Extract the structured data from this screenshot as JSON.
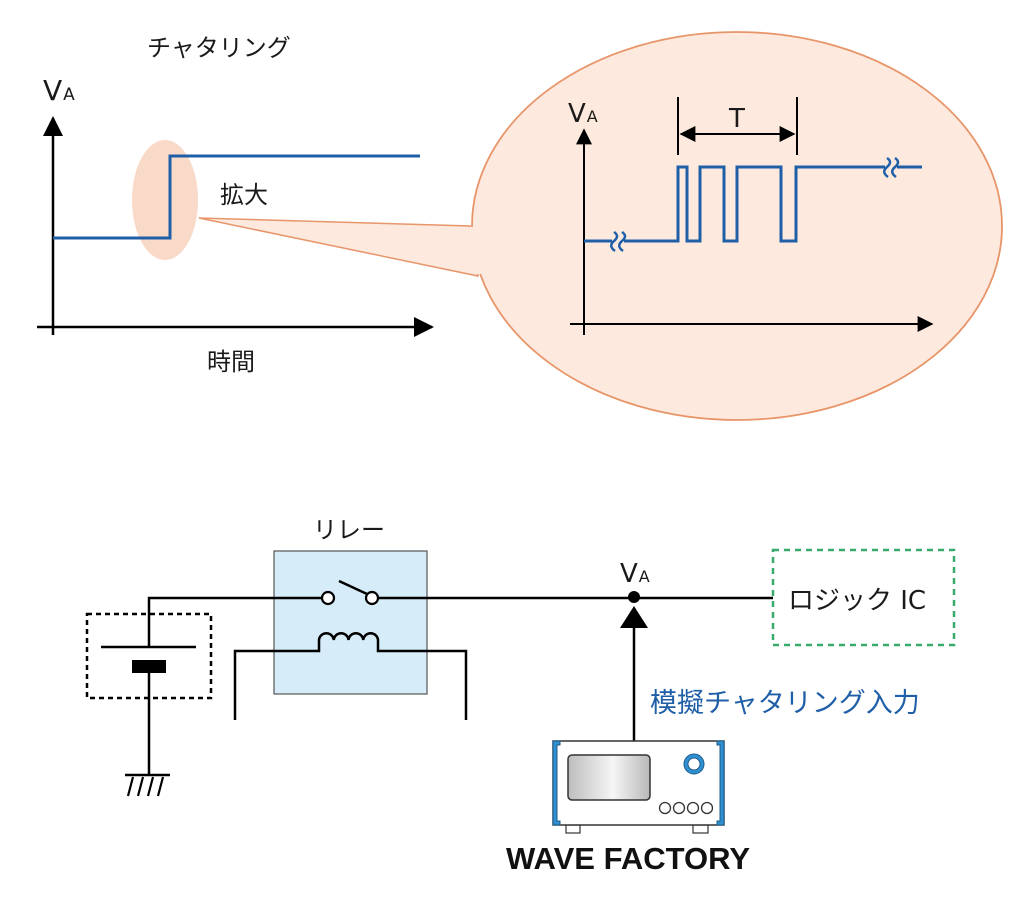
{
  "top_left_chart": {
    "title": "チャタリング",
    "y_axis_label": "V",
    "y_axis_subscript": "A",
    "x_axis_label": "時間",
    "zoom_label": "拡大"
  },
  "zoomed_chart": {
    "y_axis_label": "V",
    "y_axis_subscript": "A",
    "period_label": "T"
  },
  "circuit": {
    "relay_label": "リレー",
    "node_label": "V",
    "node_subscript": "A",
    "logic_ic_label": "ロジック IC",
    "input_label": "模擬チャタリング入力",
    "instrument_label": "WAVE FACTORY"
  },
  "colors": {
    "signal_blue": "#1f5fa8",
    "highlight_fill": "#fde9dd",
    "highlight_stroke": "#e8956a",
    "relay_fill": "#d6ecf8",
    "logic_ic_border": "#3aaa6a",
    "instrument_accent": "#2f8fd0"
  }
}
